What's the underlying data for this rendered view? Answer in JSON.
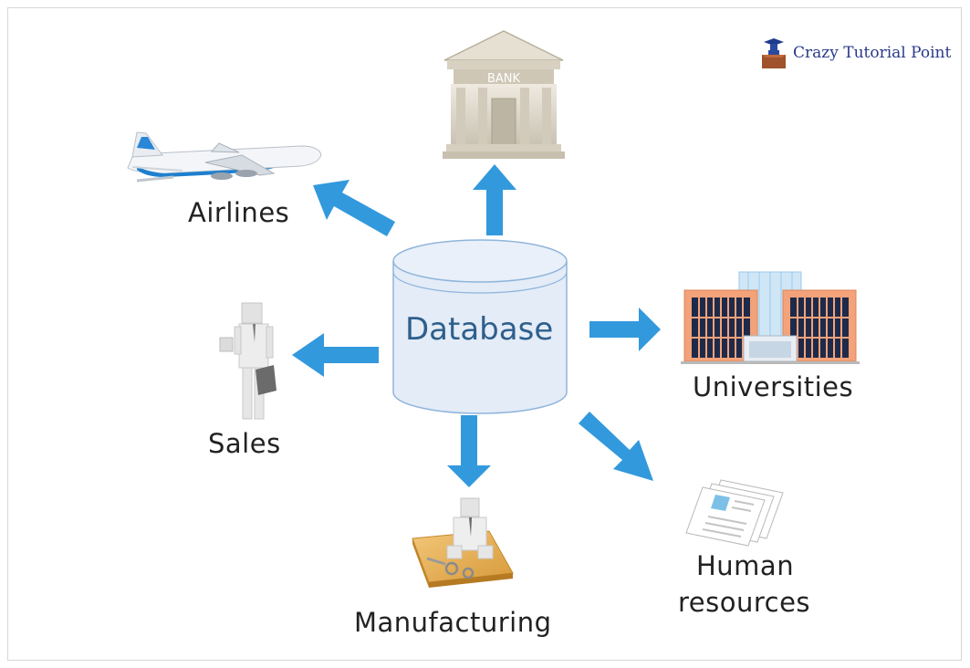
{
  "brand": {
    "name": "Crazy Tutorial Point",
    "icon": "teacher-desk-icon"
  },
  "center": {
    "label": "Database",
    "icon": "database-cylinder-icon"
  },
  "nodes": {
    "bank": {
      "label": "",
      "sign": "BANK",
      "icon": "bank-building-icon"
    },
    "airlines": {
      "label": "Airlines",
      "icon": "airplane-icon"
    },
    "sales": {
      "label": "Sales",
      "icon": "businessman-icon"
    },
    "universities": {
      "label": "Universities",
      "icon": "university-building-icon"
    },
    "manufacturing": {
      "label": "Manufacturing",
      "icon": "worker-tools-icon"
    },
    "human_resources": {
      "label_line1": "Human",
      "label_line2": "resources",
      "icon": "documents-icon"
    }
  },
  "colors": {
    "arrow": "#3399dd",
    "cylinder_fill": "#e4ecf7",
    "cylinder_stroke": "#8fb5dc",
    "text": "#222222"
  }
}
